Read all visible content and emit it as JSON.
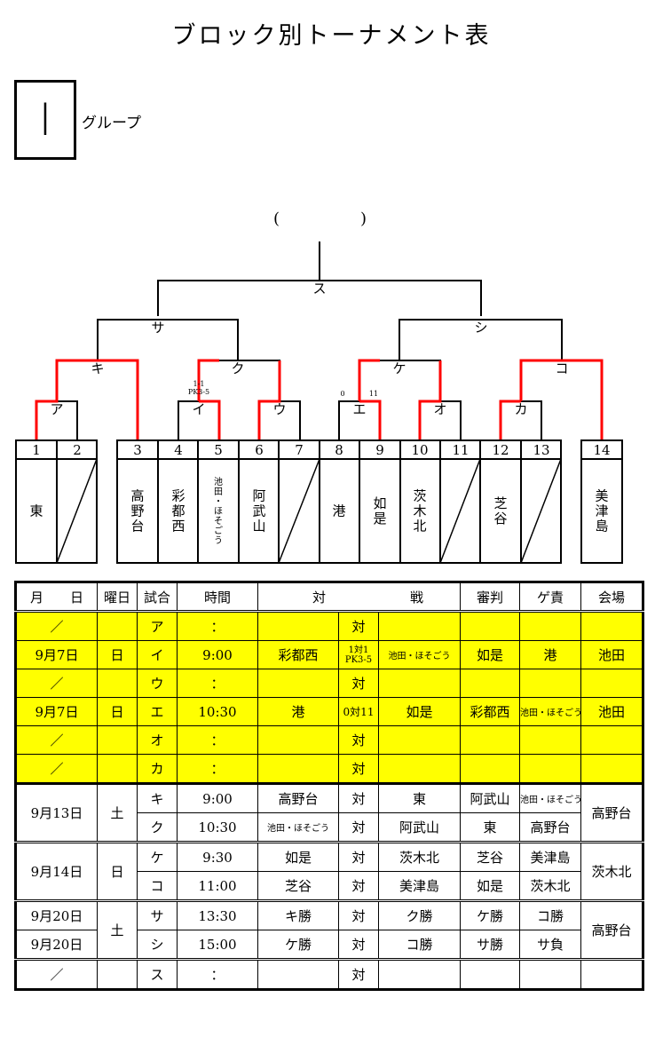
{
  "title": "ブロック別トーナメント表",
  "group": {
    "letter": "I",
    "label": "グループ"
  },
  "final": {
    "paren_open": "(",
    "paren_close": ")"
  },
  "matches_labels": {
    "su": "ス",
    "sa": "サ",
    "shi": "シ",
    "ki": "キ",
    "ku": "ク",
    "ke": "ケ",
    "ko": "コ",
    "a": "ア",
    "i": "イ",
    "u": "ウ",
    "e": "エ",
    "o": "オ",
    "ka": "カ"
  },
  "scores": {
    "i_score": "1-1",
    "i_pk": "PK3-5",
    "e_left": "0",
    "e_right": "11"
  },
  "teams": [
    {
      "num": "1",
      "name": "東"
    },
    {
      "num": "2",
      "name": ""
    },
    {
      "num": "3",
      "name": "高野台"
    },
    {
      "num": "4",
      "name": "彩都西"
    },
    {
      "num": "5",
      "name": "池田・ほそごう"
    },
    {
      "num": "6",
      "name": "阿武山"
    },
    {
      "num": "7",
      "name": ""
    },
    {
      "num": "8",
      "name": "港"
    },
    {
      "num": "9",
      "name": "如是"
    },
    {
      "num": "10",
      "name": "茨木北"
    },
    {
      "num": "11",
      "name": ""
    },
    {
      "num": "12",
      "name": "芝谷"
    },
    {
      "num": "13",
      "name": ""
    },
    {
      "num": "14",
      "name": "美津島"
    }
  ],
  "schedule": {
    "headers": {
      "date": "月　　日",
      "weekday": "曜日",
      "match": "試合",
      "time": "時間",
      "vs_left": "対",
      "vs_right": "戦",
      "referee": "審判",
      "duty": "ゲ責",
      "venue": "会場"
    },
    "rows": [
      {
        "date": "／",
        "day": "",
        "match": "ア",
        "time": "：",
        "team1": "",
        "vs": "対",
        "team2": "",
        "ref": "",
        "duty": "",
        "venue": ""
      },
      {
        "date": "9月7日",
        "day": "日",
        "match": "イ",
        "time": "9:00",
        "team1": "彩都西",
        "vs": "1対1",
        "vs2": "PK3-5",
        "team2": "池田・ほそごう",
        "ref": "如是",
        "duty": "港",
        "venue": "池田"
      },
      {
        "date": "／",
        "day": "",
        "match": "ウ",
        "time": "：",
        "team1": "",
        "vs": "対",
        "team2": "",
        "ref": "",
        "duty": "",
        "venue": ""
      },
      {
        "date": "9月7日",
        "day": "日",
        "match": "エ",
        "time": "10:30",
        "team1": "港",
        "vs": "0対11",
        "team2": "如是",
        "ref": "彩都西",
        "duty": "池田・ほそごう",
        "venue": "池田"
      },
      {
        "date": "／",
        "day": "",
        "match": "オ",
        "time": "：",
        "team1": "",
        "vs": "対",
        "team2": "",
        "ref": "",
        "duty": "",
        "venue": ""
      },
      {
        "date": "／",
        "day": "",
        "match": "カ",
        "time": "：",
        "team1": "",
        "vs": "対",
        "team2": "",
        "ref": "",
        "duty": "",
        "venue": ""
      },
      {
        "date": "9月13日",
        "day": "土",
        "match": "キ",
        "time": "9:00",
        "team1": "高野台",
        "vs": "対",
        "team2": "東",
        "ref": "阿武山",
        "duty": "池田・ほそごう",
        "venue": "高野台"
      },
      {
        "date": "",
        "day": "",
        "match": "ク",
        "time": "10:30",
        "team1": "池田・ほそごう",
        "vs": "対",
        "team2": "阿武山",
        "ref": "東",
        "duty": "高野台",
        "venue": ""
      },
      {
        "date": "9月14日",
        "day": "日",
        "match": "ケ",
        "time": "9:30",
        "team1": "如是",
        "vs": "対",
        "team2": "茨木北",
        "ref": "芝谷",
        "duty": "美津島",
        "venue": "茨木北"
      },
      {
        "date": "",
        "day": "",
        "match": "コ",
        "time": "11:00",
        "team1": "芝谷",
        "vs": "対",
        "team2": "美津島",
        "ref": "如是",
        "duty": "茨木北",
        "venue": ""
      },
      {
        "date": "9月20日",
        "day": "土",
        "match": "サ",
        "time": "13:30",
        "team1": "キ勝",
        "vs": "対",
        "team2": "ク勝",
        "ref": "ケ勝",
        "duty": "コ勝",
        "venue": "高野台"
      },
      {
        "date": "9月20日",
        "day": "",
        "match": "シ",
        "time": "15:00",
        "team1": "ケ勝",
        "vs": "対",
        "team2": "コ勝",
        "ref": "サ勝",
        "duty": "サ負",
        "venue": ""
      },
      {
        "date": "／",
        "day": "",
        "match": "ス",
        "time": "：",
        "team1": "",
        "vs": "対",
        "team2": "",
        "ref": "",
        "duty": "",
        "venue": ""
      }
    ]
  },
  "colors": {
    "advance_line": "#ff0000",
    "highlight_row": "#ffff00"
  }
}
